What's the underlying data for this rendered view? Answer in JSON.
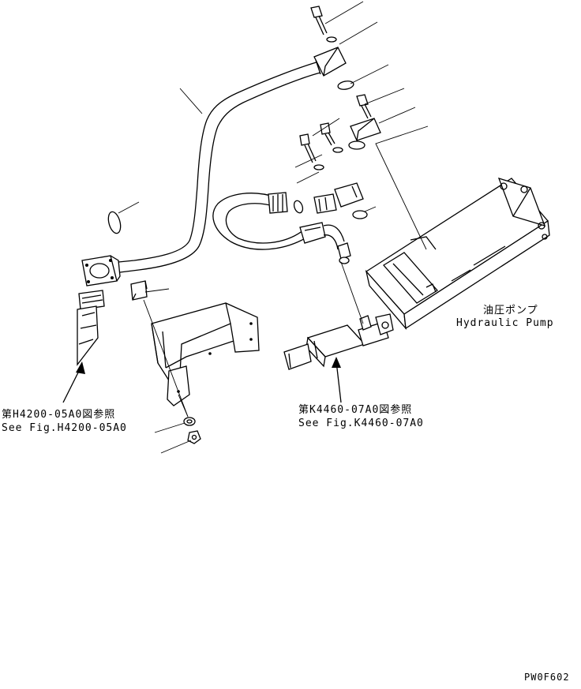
{
  "labels": {
    "pump_jp": "油圧ポンプ",
    "pump_en": "Hydraulic Pump",
    "ref_h_jp": "第H4200-05A0図参照",
    "ref_h_en": "See Fig.H4200-05A0",
    "ref_k_jp": "第K4460-07A0図参照",
    "ref_k_en": "See Fig.K4460-07A0",
    "drawing_code": "PW0F602"
  },
  "parts": {
    "leader_count": 15
  }
}
